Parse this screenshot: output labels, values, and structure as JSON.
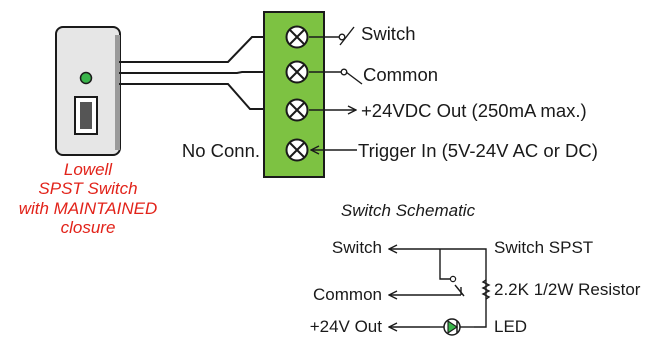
{
  "colors": {
    "terminal_block": "#7dc242",
    "led_green": "#39b54a",
    "label_red": "#e2231a",
    "device_face": "#e6e6e6"
  },
  "device": {
    "caption": [
      "Lowell",
      "SPST Switch",
      "with MAINTAINED",
      "closure"
    ]
  },
  "terminals": [
    {
      "label": "Switch"
    },
    {
      "label": "Common"
    },
    {
      "label": "+24VDC Out (250mA max.)"
    },
    {
      "label": "Trigger In (5V-24V AC or DC)",
      "left_label": "No Conn."
    }
  ],
  "schematic": {
    "title": "Switch Schematic",
    "left_labels": [
      "Switch",
      "Common",
      "+24V Out"
    ],
    "right_labels": [
      "Switch SPST",
      "2.2K 1/2W Resistor",
      "LED"
    ]
  }
}
